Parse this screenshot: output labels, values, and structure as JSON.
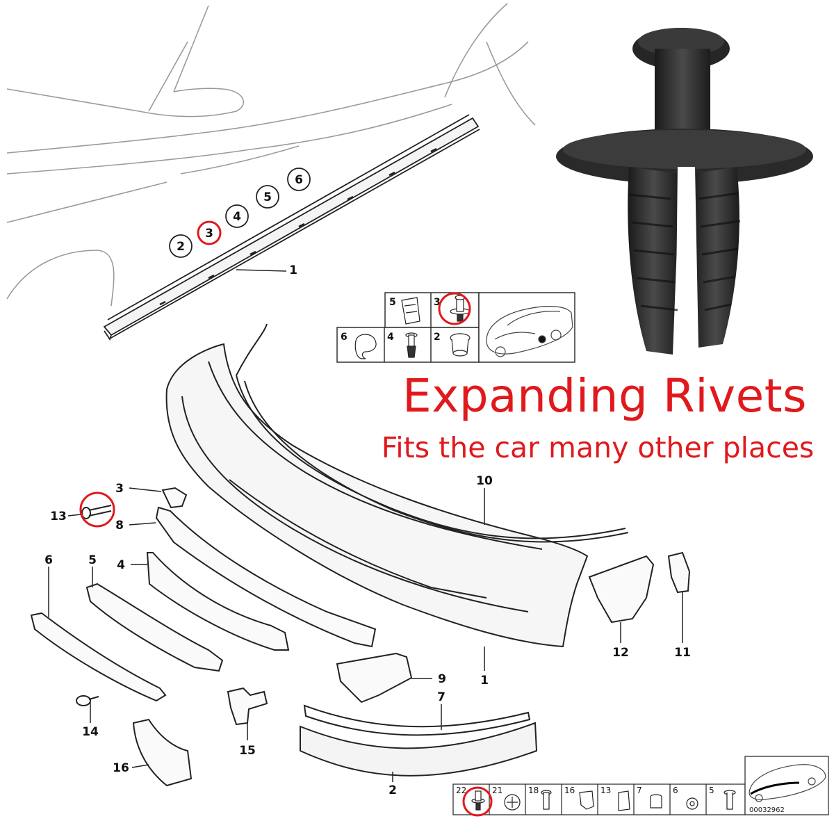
{
  "headline": "Expanding Rivets",
  "subline": "Fits the car many other places",
  "side_sill": {
    "callout_circles": [
      "2",
      "3",
      "4",
      "5",
      "6"
    ],
    "highlighted": "3",
    "part_label": "1"
  },
  "small_parts_table": {
    "cells": [
      {
        "label": "5"
      },
      {
        "label": "3"
      },
      {
        "label": "6"
      },
      {
        "label": "4"
      },
      {
        "label": "2"
      }
    ]
  },
  "bumper_labels": {
    "l1": "1",
    "l2": "2",
    "l3": "3",
    "l4": "4",
    "l5": "5",
    "l6": "6",
    "l7": "7",
    "l8": "8",
    "l9": "9",
    "l10": "10",
    "l11": "11",
    "l12": "12",
    "l13": "13",
    "l14": "14",
    "l15": "15",
    "l16": "16"
  },
  "bottom_strip": {
    "cells": [
      "22",
      "21",
      "18",
      "16",
      "13",
      "7",
      "6",
      "5"
    ],
    "code": "00032962"
  },
  "colors": {
    "accent": "#e0191d",
    "line": "#222222",
    "sketch": "#9a9a9a",
    "rivet": "#2b2b2b"
  }
}
